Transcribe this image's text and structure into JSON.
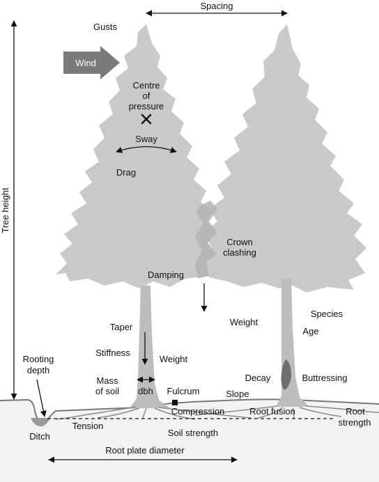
{
  "labels": {
    "spacing": "Spacing",
    "gusts": "Gusts",
    "wind": "Wind",
    "centre_of_pressure_1": "Centre",
    "centre_of_pressure_2": "of",
    "centre_of_pressure_3": "pressure",
    "sway": "Sway",
    "drag": "Drag",
    "crown_clashing_1": "Crown",
    "crown_clashing_2": "clashing",
    "damping": "Damping",
    "weight_mid": "Weight",
    "species": "Species",
    "age": "Age",
    "taper": "Taper",
    "stiffness": "Stiffness",
    "weight_trunk": "Weight",
    "decay": "Decay",
    "buttressing": "Buttressing",
    "rooting_depth_1": "Rooting",
    "rooting_depth_2": "depth",
    "mass_of_soil_1": "Mass",
    "mass_of_soil_2": "of soil",
    "dbh": "dbh",
    "fulcrum": "Fulcrum",
    "slope": "Slope",
    "compression": "Compression",
    "root_fusion": "Root fusion",
    "root_strength_1": "Root",
    "root_strength_2": "strength",
    "ditch": "Ditch",
    "tension": "Tension",
    "soil_strength": "Soil strength",
    "root_plate_diameter": "Root plate diameter",
    "tree_height": "Tree height"
  },
  "colors": {
    "tree": "#c9c9c9",
    "tree_overlap": "#b4b4b4",
    "trunk": "#bdbdbd",
    "decay": "#6e6e6e",
    "wind_arrow": "#7a7a7a",
    "ground": "#f3f3f3",
    "ditch": "#9a9a9a",
    "roots": "#8a8a8a"
  }
}
